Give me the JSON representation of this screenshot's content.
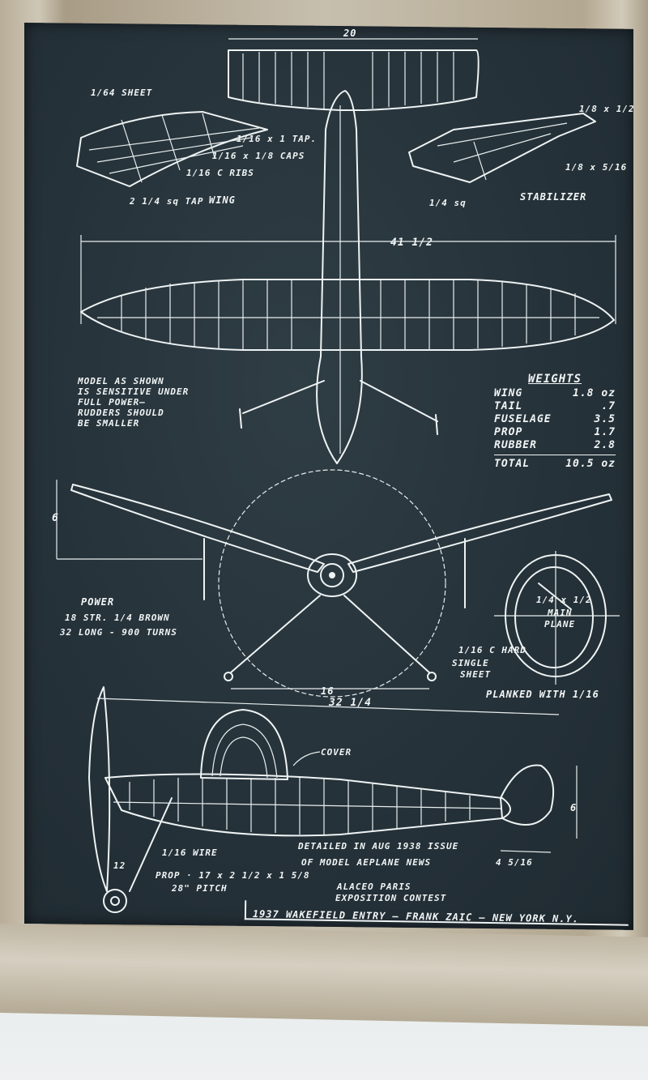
{
  "poster": {
    "top_dimension": "20",
    "wing_span": "41 1/2",
    "length": "32 1/4",
    "prop_dia": "16",
    "height_dim": "6",
    "nose_h": "6",
    "nose_w": "4 5/16",
    "prop_num": "12",
    "wing_detail": {
      "sheet": "1/64 SHEET",
      "tape": "1/16 x 1 TAP.",
      "caps": "1/16 x 1/8 CAPS",
      "ribs": "1/16 C RIBS",
      "sq": "2 1/4 sq TAP",
      "title": "WING"
    },
    "stab_detail": {
      "top": "1/8 x 1/2",
      "mid": "1/8 x 5/16",
      "sq": "1/4 sq",
      "title": "STABILIZER"
    },
    "note": [
      "MODEL AS SHOWN",
      "IS SENSITIVE UNDER",
      "FULL POWER—",
      "RUDDERS SHOULD",
      "BE SMALLER"
    ],
    "weights": {
      "title": "WEIGHTS",
      "rows": [
        {
          "name": "WING",
          "value": "1.8 oz"
        },
        {
          "name": "TAIL",
          "value": ".7"
        },
        {
          "name": "FUSELAGE",
          "value": "3.5"
        },
        {
          "name": "PROP",
          "value": "1.7"
        },
        {
          "name": "RUBBER",
          "value": "2.8"
        }
      ],
      "total_label": "TOTAL",
      "total_value": "10.5 oz"
    },
    "power": {
      "title": "POWER",
      "line1": "18 STR. 1/4 BROWN",
      "line2": "32 LONG - 900 TURNS"
    },
    "section": {
      "spar": "1/4 x 1/2",
      "main": "MAIN",
      "plane": "PLANE",
      "hard1": "1/16 C HARD",
      "hard2": "SINGLE",
      "hard3": "SHEET",
      "planked": "PLANKED WITH 1/16"
    },
    "cover": "COVER",
    "wire": "1/16 WIRE",
    "prop1": "PROP · 17 x 2 1/2 x 1 5/8",
    "prop2": "28\" PITCH",
    "detailed1": "DETAILED IN AUG 1938 ISSUE",
    "detailed2": "OF MODEL AEPLANE NEWS",
    "contest1": "ALACEO      PARIS",
    "contest2": "EXPOSITION CONTEST",
    "footer": "1937 WAKEFIELD ENTRY  —  FRANK ZAIC  —  NEW YORK  N.Y."
  },
  "colors": {
    "board": "#26323a",
    "ink": "#eef3f3",
    "frame": "#c7bfae"
  }
}
